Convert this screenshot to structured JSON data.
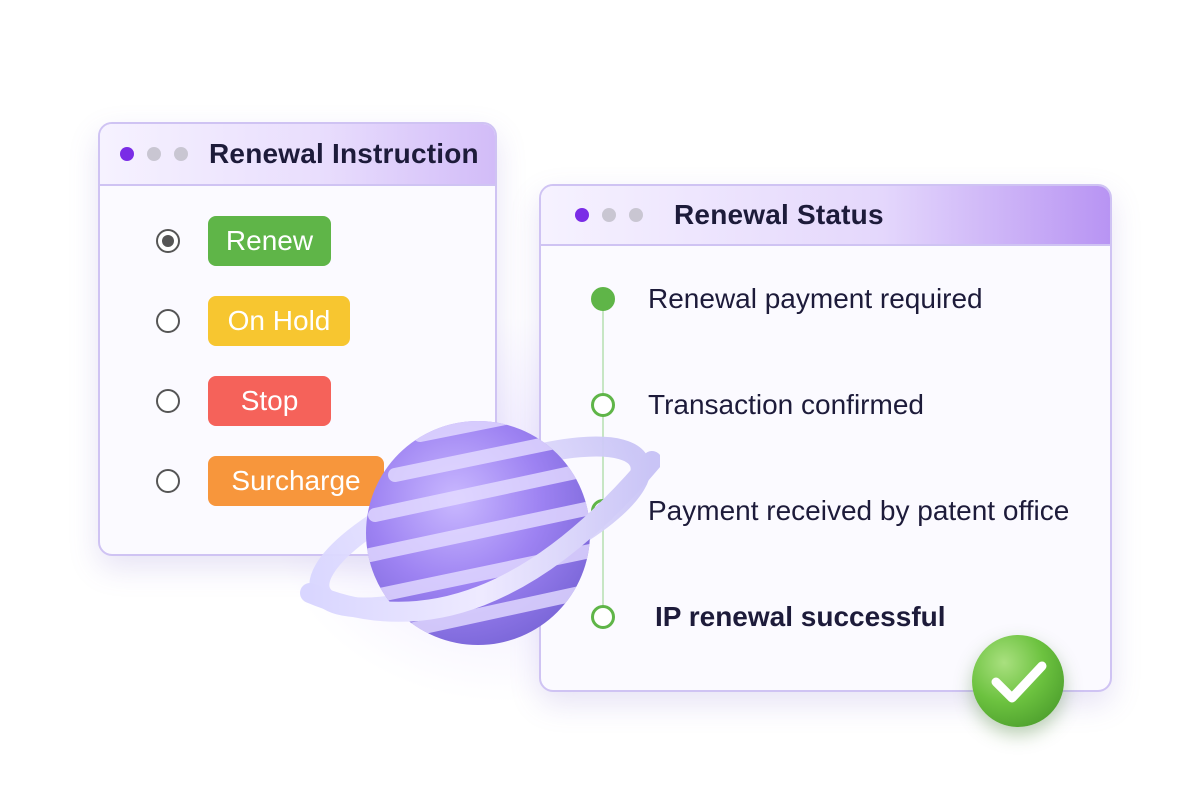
{
  "renewal_instruction": {
    "title": "Renewal Instruction",
    "window_dots": [
      "active",
      "idle",
      "idle"
    ],
    "options": [
      {
        "label": "Renew",
        "selected": true,
        "color": "#5fb548"
      },
      {
        "label": "On Hold",
        "selected": false,
        "color": "#f7c630"
      },
      {
        "label": "Stop",
        "selected": false,
        "color": "#f5625a"
      },
      {
        "label": "Surcharge",
        "selected": false,
        "color": "#f7963c"
      }
    ]
  },
  "renewal_status": {
    "title": "Renewal Status",
    "window_dots": [
      "active",
      "idle",
      "idle"
    ],
    "steps": [
      {
        "label": "Renewal payment required",
        "done": true
      },
      {
        "label": "Transaction confirmed",
        "done": false
      },
      {
        "label": "Payment received by patent office",
        "done": false
      },
      {
        "label": "IP renewal successful",
        "done": false
      }
    ]
  },
  "colors": {
    "accent": "#7a2ce6",
    "success": "#5fb548",
    "border": "#cfc3f3"
  },
  "icons": {
    "planet": "planet-illustration",
    "success": "checkmark-circle-icon"
  }
}
